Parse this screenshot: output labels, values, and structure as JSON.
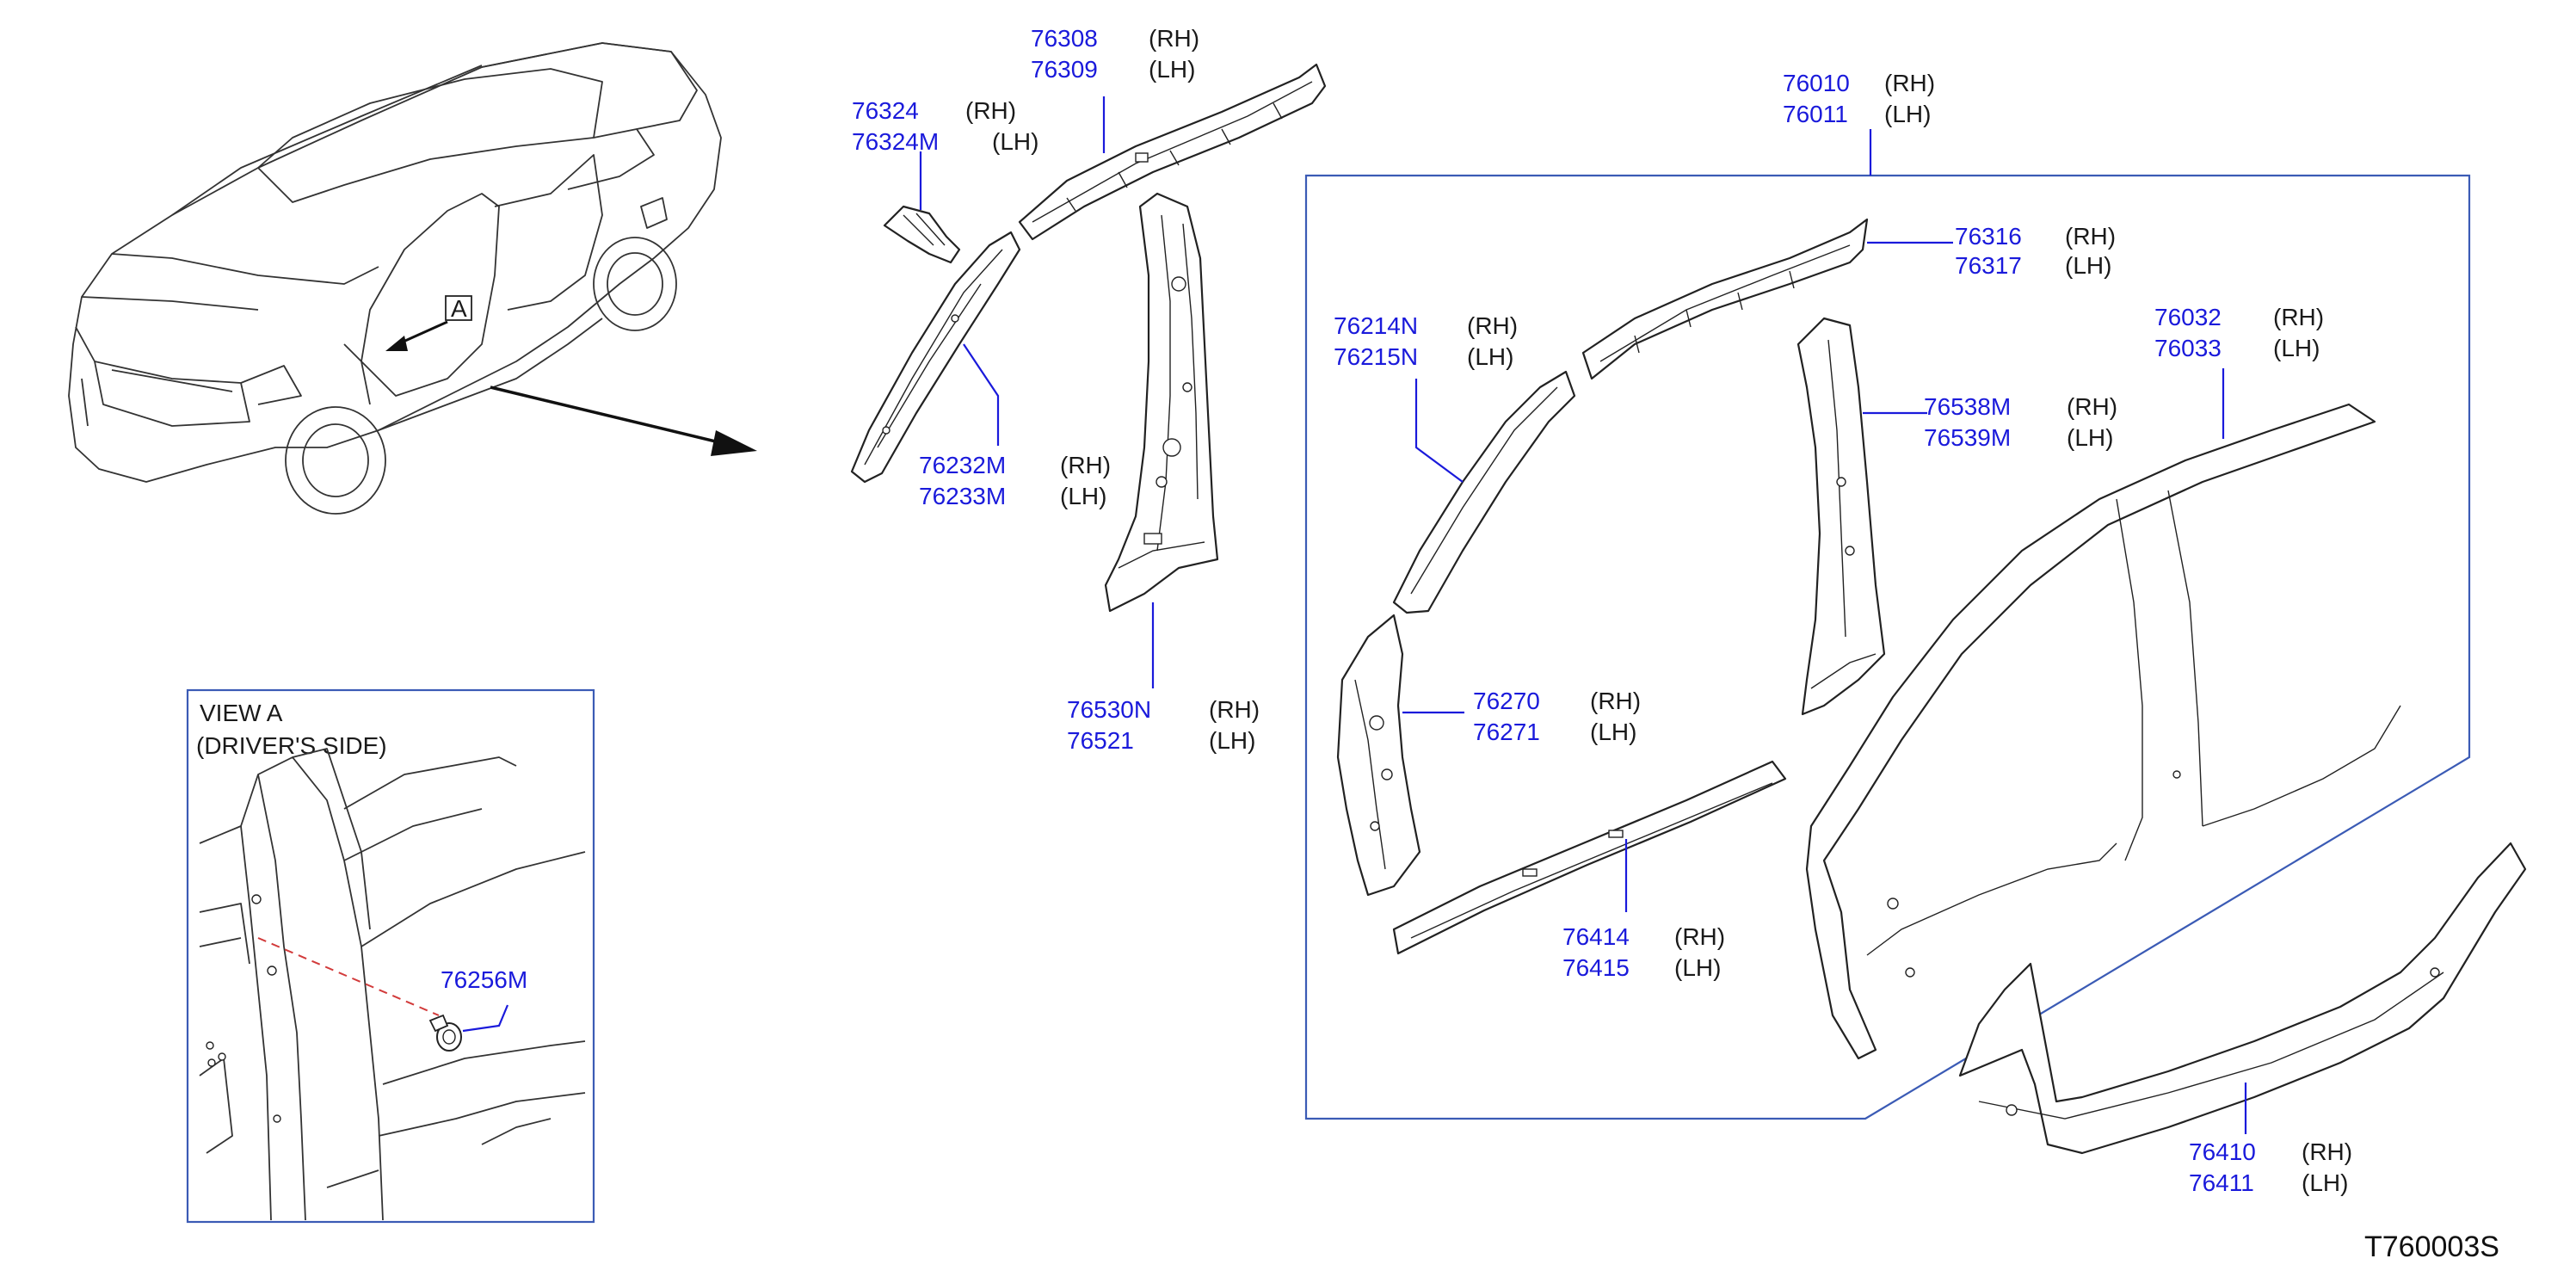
{
  "labels": {
    "p76308": {
      "number": "76308",
      "side": "(RH)"
    },
    "p76309": {
      "number": "76309",
      "side": "(LH)"
    },
    "p76324": {
      "number": "76324",
      "side": "(RH)"
    },
    "p76324M": {
      "number": "76324M",
      "side": "(LH)"
    },
    "p76232M": {
      "number": "76232M",
      "side": "(RH)"
    },
    "p76233M": {
      "number": "76233M",
      "side": "(LH)"
    },
    "p76530N": {
      "number": "76530N",
      "side": "(RH)"
    },
    "p76521": {
      "number": "76521",
      "side": "(LH)"
    },
    "p76010": {
      "number": "76010",
      "side": "(RH)"
    },
    "p76011": {
      "number": "76011",
      "side": "(LH)"
    },
    "p76316": {
      "number": "76316",
      "side": "(RH)"
    },
    "p76317": {
      "number": "76317",
      "side": "(LH)"
    },
    "p76214N": {
      "number": "76214N",
      "side": "(RH)"
    },
    "p76215N": {
      "number": "76215N",
      "side": "(LH)"
    },
    "p76032": {
      "number": "76032",
      "side": "(RH)"
    },
    "p76033": {
      "number": "76033",
      "side": "(LH)"
    },
    "p76538M": {
      "number": "76538M",
      "side": "(RH)"
    },
    "p76539M": {
      "number": "76539M",
      "side": "(LH)"
    },
    "p76270": {
      "number": "76270",
      "side": "(RH)"
    },
    "p76271": {
      "number": "76271",
      "side": "(LH)"
    },
    "p76414": {
      "number": "76414",
      "side": "(RH)"
    },
    "p76415": {
      "number": "76415",
      "side": "(LH)"
    },
    "p76410": {
      "number": "76410",
      "side": "(RH)"
    },
    "p76411": {
      "number": "76411",
      "side": "(LH)"
    },
    "p76256M": {
      "number": "76256M"
    }
  },
  "view_a": {
    "line1": "VIEW   A",
    "line2": "(DRIVER'S   SIDE)"
  },
  "car_marker": "A",
  "diagram_code": "T760003S",
  "colors": {
    "part_number": "#1a1adb",
    "frame": "#3b5bb5",
    "linework": "#222222",
    "dashed_leader": "#d23b3b"
  }
}
